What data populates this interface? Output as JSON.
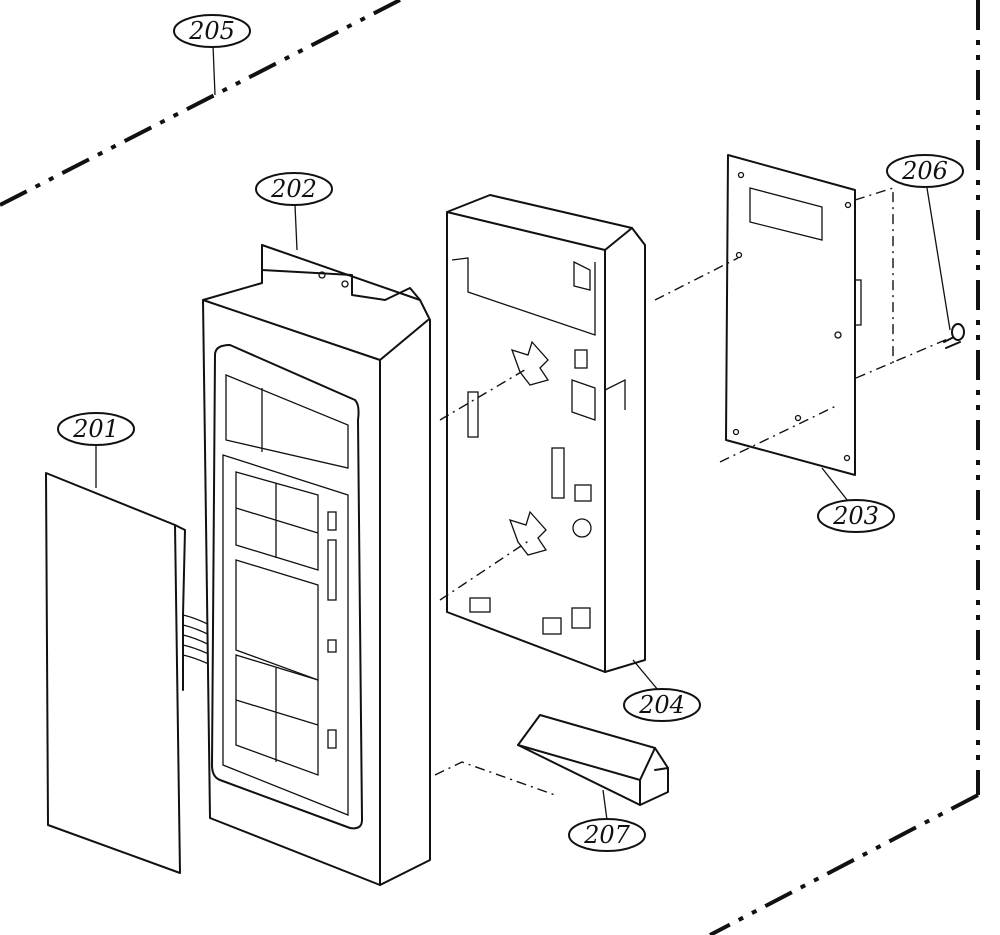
{
  "callouts": [
    {
      "id": "201",
      "label": "201"
    },
    {
      "id": "202",
      "label": "202"
    },
    {
      "id": "203",
      "label": "203"
    },
    {
      "id": "204",
      "label": "204"
    },
    {
      "id": "205",
      "label": "205"
    },
    {
      "id": "206",
      "label": "206"
    },
    {
      "id": "207",
      "label": "207"
    }
  ]
}
